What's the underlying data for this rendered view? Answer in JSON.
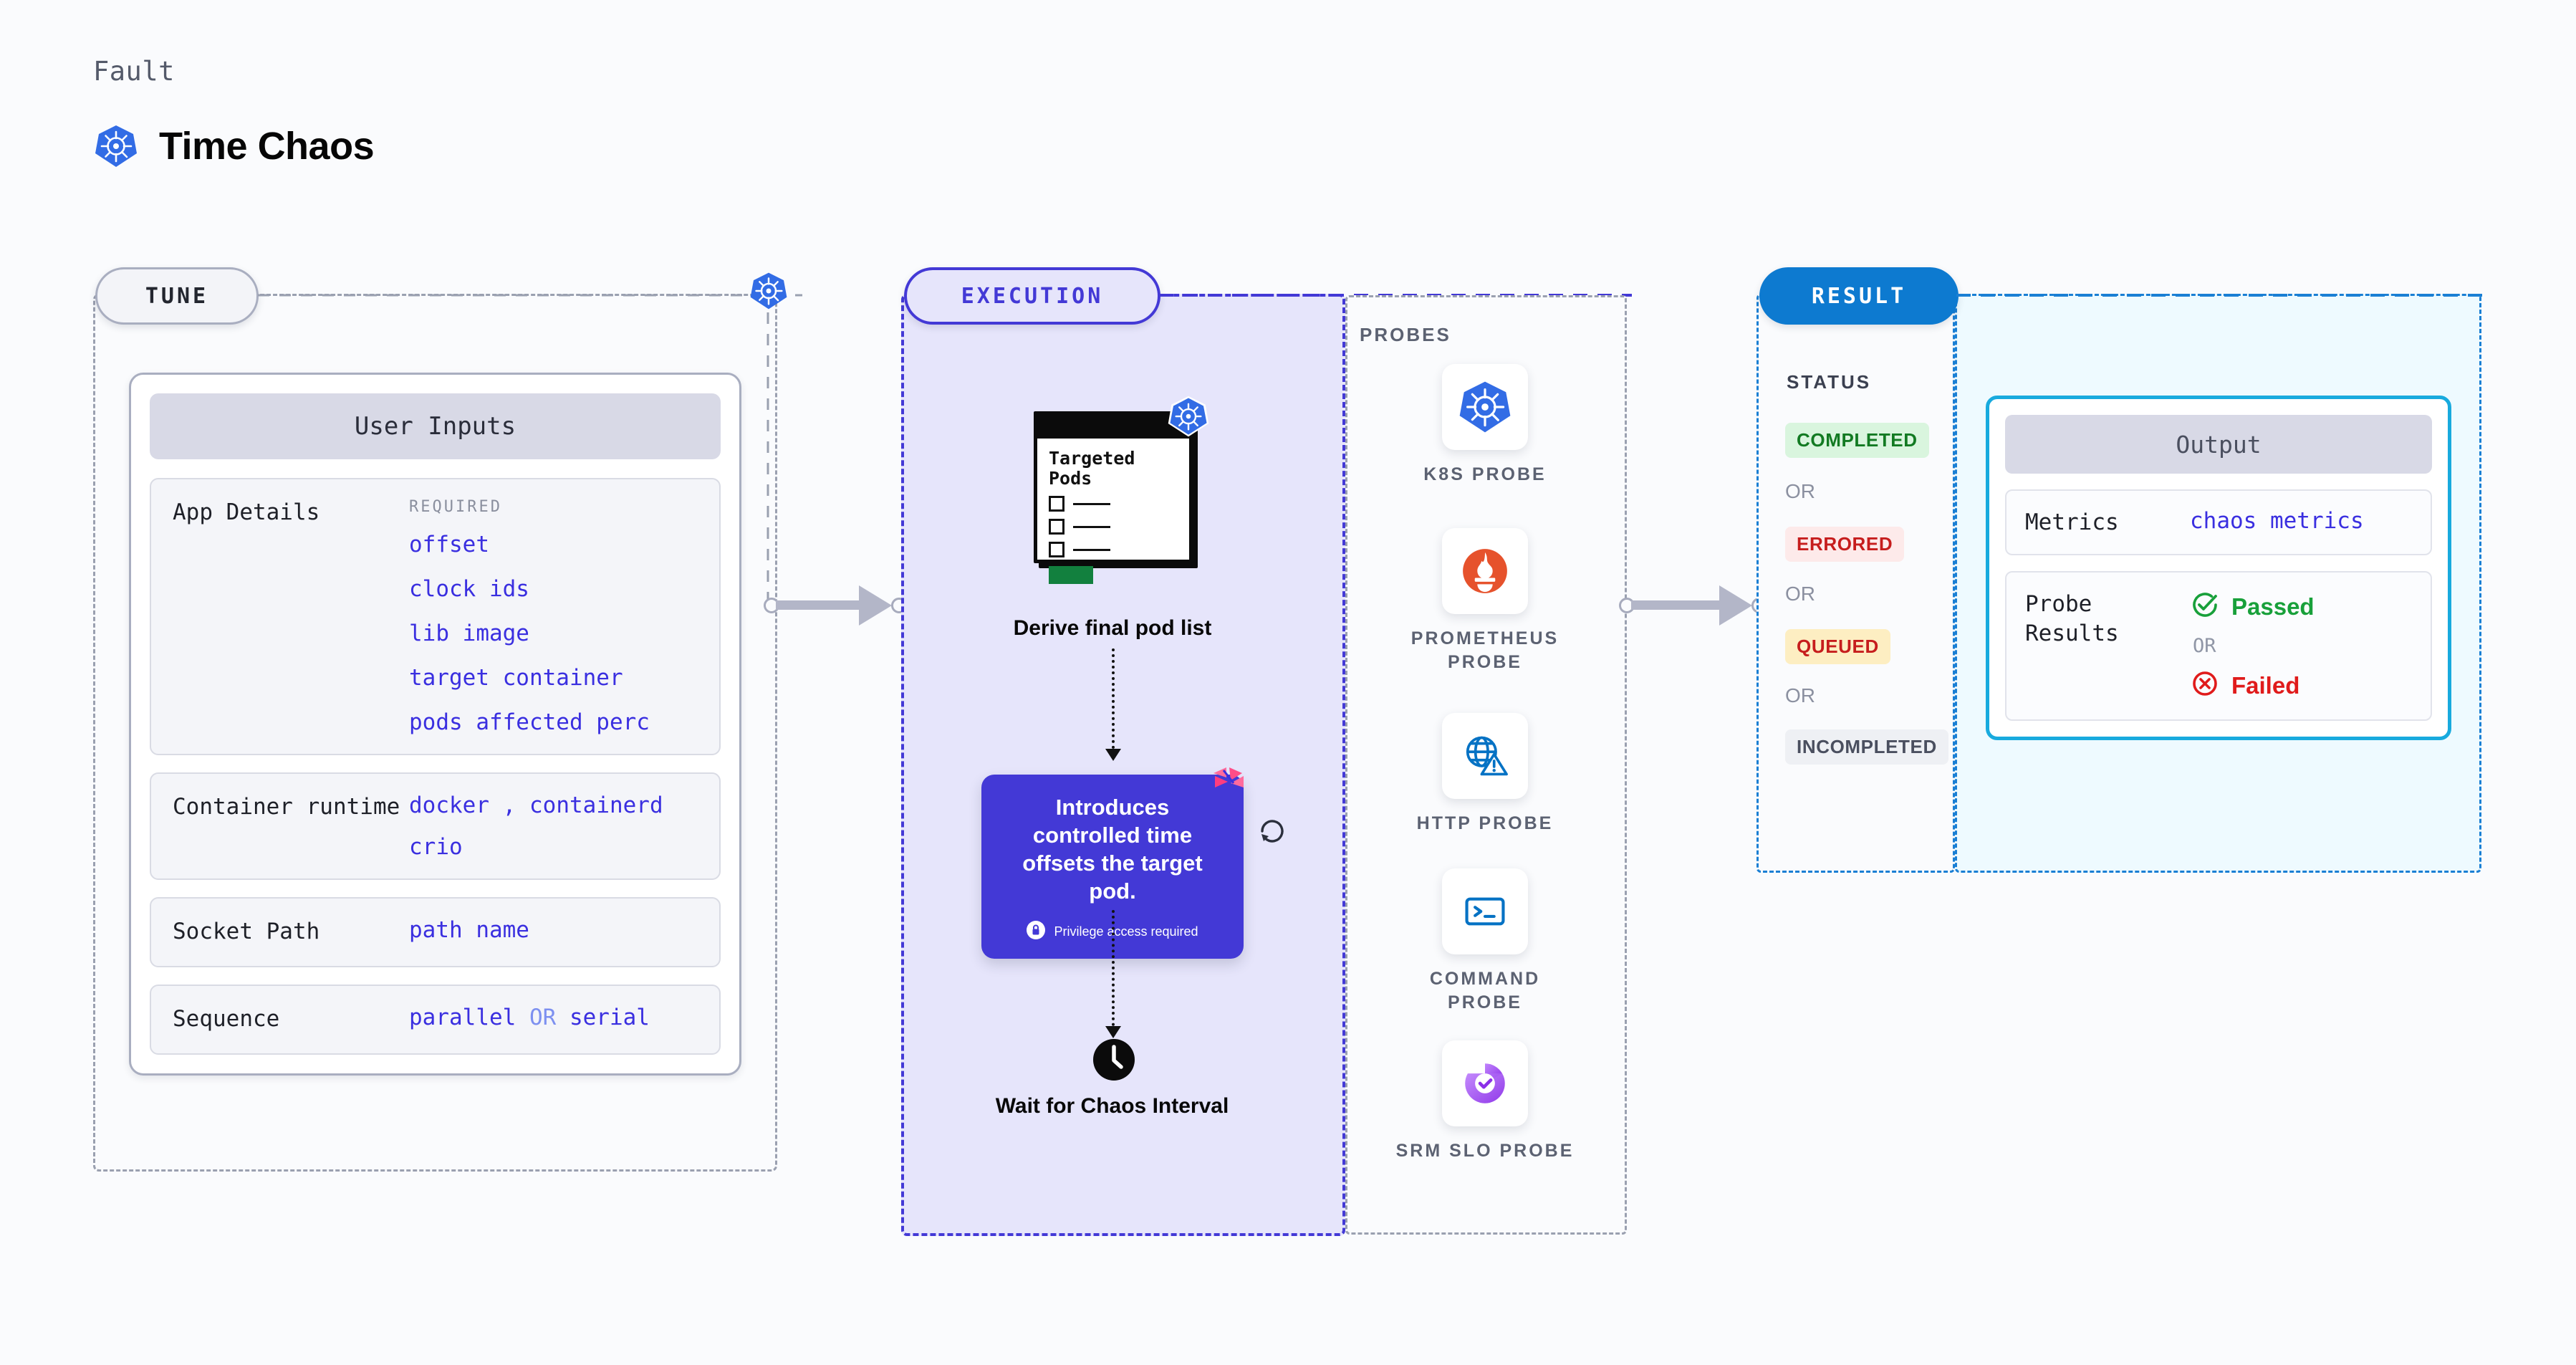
{
  "header": {
    "kicker": "Fault",
    "title": "Time Chaos",
    "icon": "kubernetes-icon"
  },
  "stages": {
    "tune": "TUNE",
    "execution": "EXECUTION",
    "result": "RESULT"
  },
  "tune": {
    "card_title": "User Inputs",
    "app_details": {
      "label": "App Details",
      "required_tag": "REQUIRED",
      "fields": [
        "offset",
        "clock ids",
        "lib image",
        "target container",
        "pods affected perc"
      ]
    },
    "container_runtime": {
      "label": "Container runtime",
      "values_line1_a": "docker",
      "values_line1_sep": ",",
      "values_line1_b": "containerd",
      "values_line2": "crio"
    },
    "socket_path": {
      "label": "Socket Path",
      "value": "path name"
    },
    "sequence": {
      "label": "Sequence",
      "value_a": "parallel",
      "or": "OR",
      "value_b": "serial"
    }
  },
  "execution": {
    "pods_card": {
      "title": "Targeted Pods",
      "badge_icon": "kubernetes-icon"
    },
    "step1_label": "Derive final pod list",
    "description": {
      "text": "Introduces controlled time offsets the target pod.",
      "privilege_note": "Privilege access required",
      "privilege_icon": "lock-icon",
      "brand_icon": "harness-logo-icon",
      "loop_icon": "loop-refresh-icon"
    },
    "step2_label": "Wait for Chaos Interval",
    "step2_icon": "clock-icon"
  },
  "probes": {
    "title": "PROBES",
    "items": [
      {
        "name": "K8S PROBE",
        "icon": "kubernetes-icon"
      },
      {
        "name": "PROMETHEUS PROBE",
        "icon": "prometheus-icon"
      },
      {
        "name": "HTTP PROBE",
        "icon": "globe-warning-icon"
      },
      {
        "name": "COMMAND PROBE",
        "icon": "terminal-icon"
      },
      {
        "name": "SRM SLO PROBE",
        "icon": "srm-slo-icon"
      }
    ]
  },
  "result": {
    "status_title": "STATUS",
    "or": "OR",
    "statuses": [
      {
        "label": "COMPLETED",
        "bg": "#d9f5de",
        "fg": "#127a22"
      },
      {
        "label": "ERRORED",
        "bg": "#fdeaea",
        "fg": "#c61d1d"
      },
      {
        "label": "QUEUED",
        "bg": "#fdeec2",
        "fg": "#c61d1d"
      },
      {
        "label": "INCOMPLETED",
        "bg": "#eef0f4",
        "fg": "#4a4f5f"
      }
    ]
  },
  "output": {
    "card_title": "Output",
    "metrics": {
      "label": "Metrics",
      "value": "chaos metrics"
    },
    "probe_results": {
      "label": "Probe Results",
      "passed": "Passed",
      "or": "OR",
      "failed": "Failed",
      "passed_icon": "check-circle-icon",
      "failed_icon": "x-circle-icon"
    }
  },
  "colors": {
    "accent_indigo": "#4339d6",
    "accent_blue": "#0d7ad0",
    "accent_cyan": "#18aade",
    "value_indigo": "#3a2fe0",
    "k8s_blue": "#326ce5",
    "prometheus_orange": "#e6522c",
    "pass_green": "#18a03a",
    "fail_red": "#e01b1b"
  }
}
